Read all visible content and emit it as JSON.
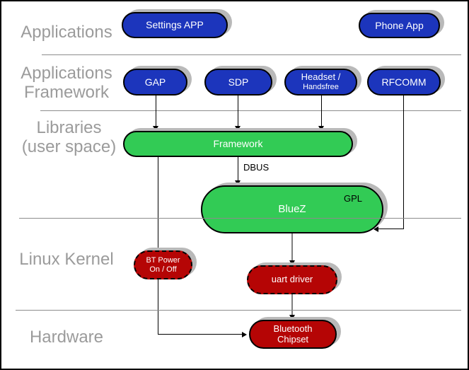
{
  "colors": {
    "node_blue": "#1c35bc",
    "node_green": "#32cb55",
    "node_red": "#b50505",
    "layer_label_gray": "#9b9b9b",
    "divider_gray": "#8c8c8c",
    "shadow_gray": "#b9b9b9",
    "connector_black": "#000000",
    "connector_gray": "#7f7f7f"
  },
  "layers": {
    "applications": {
      "line1": "Applications"
    },
    "applications_framework": {
      "line1": "Applications",
      "line2": "Framework"
    },
    "libraries": {
      "line1": "Libraries",
      "line2": "(user space)"
    },
    "linux_kernel": {
      "line1": "Linux Kernel"
    },
    "hardware": {
      "line1": "Hardware"
    }
  },
  "nodes": {
    "settings_app": {
      "label": "Settings APP"
    },
    "phone_app": {
      "label": "Phone App"
    },
    "gap": {
      "label": "GAP"
    },
    "sdp": {
      "label": "SDP"
    },
    "headset": {
      "line1": "Headset /",
      "line2": "Handsfree"
    },
    "rfcomm": {
      "label": "RFCOMM"
    },
    "framework": {
      "label": "Framework"
    },
    "bluez": {
      "label": "BlueZ",
      "badge": "GPL"
    },
    "bt_power": {
      "line1": "BT Power",
      "line2": "On / Off"
    },
    "uart_driver": {
      "label": "uart driver"
    },
    "bt_chipset": {
      "line1": "Bluetooth",
      "line2": "Chipset"
    }
  },
  "connector_labels": {
    "dbus": "DBUS"
  }
}
